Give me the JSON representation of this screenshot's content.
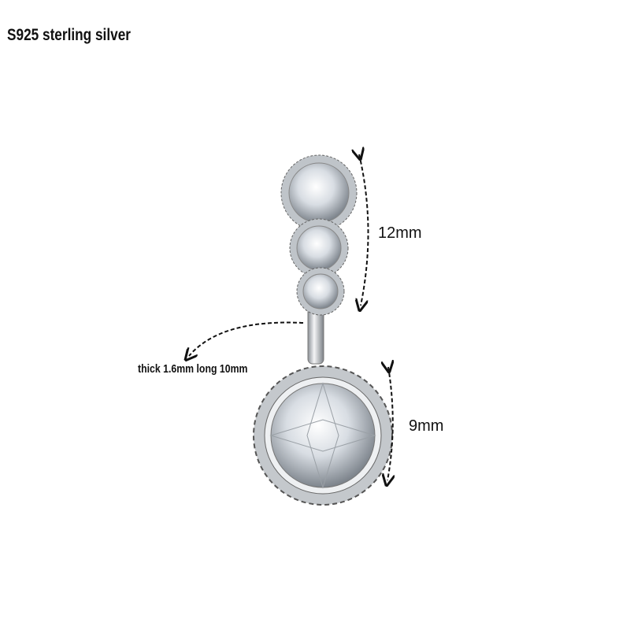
{
  "title": "S925 sterling silver",
  "annotations": {
    "bar": "thick 1.6mm long 10mm",
    "top_length": "12mm",
    "bottom_length": "9mm"
  },
  "colors": {
    "metal": "#c9ccd0",
    "stone": "#e8edf2",
    "text": "#111111"
  }
}
